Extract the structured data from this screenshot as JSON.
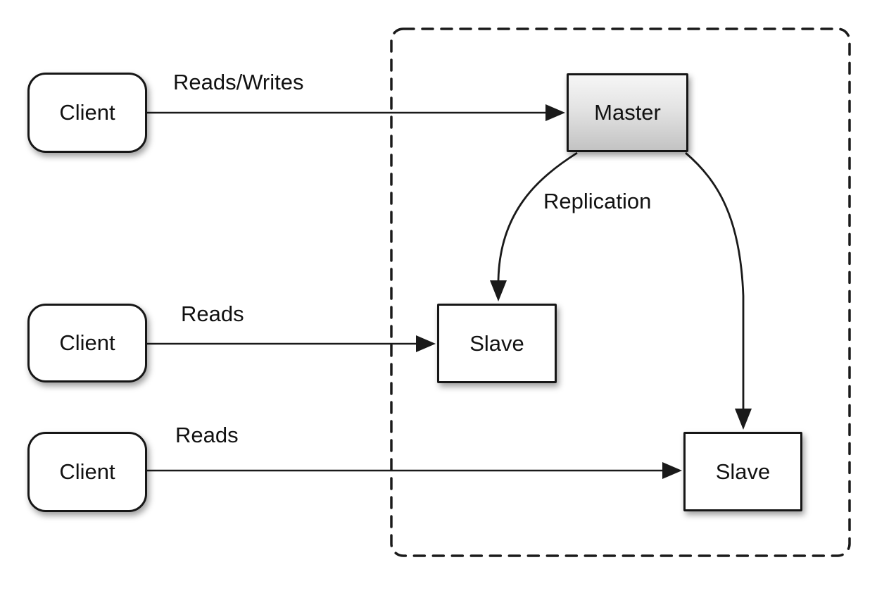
{
  "diagram": {
    "background_color": "#ffffff",
    "line_color": "#1a1a1a",
    "boundary": {
      "style": "dashed",
      "color": "#1a1a1a"
    },
    "nodes": {
      "clients": [
        {
          "label": "Client"
        },
        {
          "label": "Client"
        },
        {
          "label": "Client"
        }
      ],
      "master": {
        "label": "Master",
        "fill_top": "#f6f6f6",
        "fill_bottom": "#c3c3c3"
      },
      "slaves": [
        {
          "label": "Slave"
        },
        {
          "label": "Slave"
        }
      ]
    },
    "edges": [
      {
        "from": "client-1",
        "to": "master",
        "label": "Reads/Writes"
      },
      {
        "from": "client-2",
        "to": "slave-1",
        "label": "Reads"
      },
      {
        "from": "client-3",
        "to": "slave-2",
        "label": "Reads"
      },
      {
        "from": "master",
        "to": "slave-1 and slave-2",
        "label": "Replication"
      }
    ]
  }
}
